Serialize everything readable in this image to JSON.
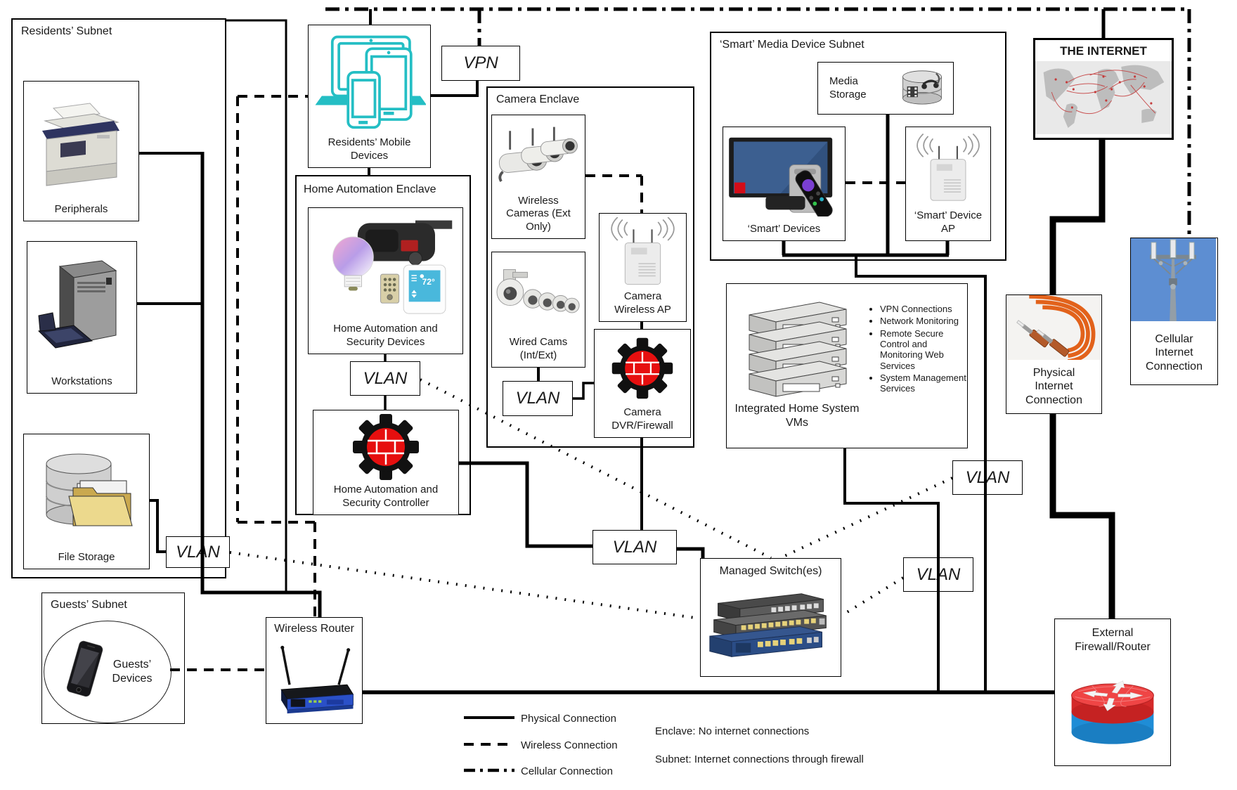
{
  "diagram": {
    "residents": {
      "title": "Residents’ Subnet",
      "peripherals": "Peripherals",
      "workstations": "Workstations",
      "file_storage": "File Storage"
    },
    "mobile": {
      "label": "Residents’ Mobile Devices"
    },
    "vpn": "VPN",
    "vlan": "VLAN",
    "home_automation": {
      "title": "Home Automation Enclave",
      "devices": "Home Automation and Security Devices",
      "controller": "Home Automation and Security Controller",
      "thermostat": "72°"
    },
    "camera": {
      "title": "Camera Enclave",
      "wireless_cams": "Wireless Cameras (Ext Only)",
      "wired_cams": "Wired Cams (Int/Ext)",
      "ap": "Camera Wireless AP",
      "dvr": "Camera DVR/Firewall"
    },
    "smart": {
      "title": "‘Smart’ Media Device Subnet",
      "storage": "Media Storage",
      "devices": "‘Smart’ Devices",
      "ap": "‘Smart’ Device AP"
    },
    "vms": {
      "label": "Integrated Home System VMs",
      "services": [
        "VPN Connections",
        "Network Monitoring",
        "Remote Secure Control and Monitoring Web Services",
        "System Management Services"
      ]
    },
    "internet": {
      "title": "THE INTERNET"
    },
    "physical_internet": {
      "label": "Physical Internet Connection"
    },
    "cellular_internet": {
      "label": "Cellular Internet Connection"
    },
    "external_firewall": {
      "label": "External Firewall/Router"
    },
    "switch": {
      "label": "Managed Switch(es)"
    },
    "guests": {
      "title": "Guests’ Subnet",
      "devices": "Guests’ Devices"
    },
    "router": {
      "label": "Wireless Router"
    },
    "legend": {
      "physical": "Physical Connection",
      "wireless": "Wireless Connection",
      "cellular": "Cellular Connection"
    },
    "notes": {
      "enclave": "Enclave: No internet connections",
      "subnet": "Subnet: Internet connections through firewall"
    },
    "colors": {
      "accent_teal": "#24bec4",
      "firewall_red": "#e60f0f",
      "netflix_red": "#d30d18",
      "router_red": "#d42a2a",
      "router_blue": "#1f8dd6"
    }
  }
}
